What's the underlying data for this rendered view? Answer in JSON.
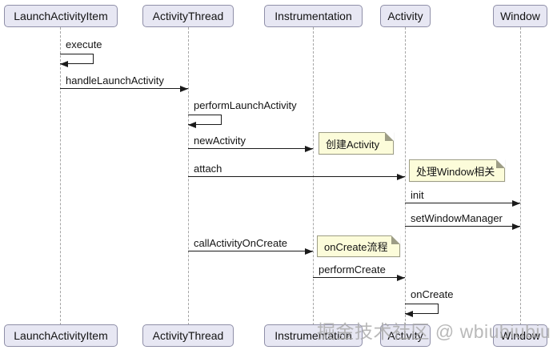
{
  "diagram": {
    "type": "uml-sequence",
    "participants": [
      {
        "name": "LaunchActivityItem"
      },
      {
        "name": "ActivityThread"
      },
      {
        "name": "Instrumentation"
      },
      {
        "name": "Activity"
      },
      {
        "name": "Window"
      }
    ],
    "messages": [
      {
        "label": "execute",
        "from": "LaunchActivityItem",
        "to": "LaunchActivityItem",
        "kind": "self"
      },
      {
        "label": "handleLaunchActivity",
        "from": "LaunchActivityItem",
        "to": "ActivityThread",
        "kind": "call"
      },
      {
        "label": "performLaunchActivity",
        "from": "ActivityThread",
        "to": "ActivityThread",
        "kind": "self"
      },
      {
        "label": "newActivity",
        "from": "ActivityThread",
        "to": "Instrumentation",
        "kind": "call"
      },
      {
        "label": "attach",
        "from": "ActivityThread",
        "to": "Activity",
        "kind": "call"
      },
      {
        "label": "init",
        "from": "Activity",
        "to": "Window",
        "kind": "call"
      },
      {
        "label": "setWindowManager",
        "from": "Activity",
        "to": "Window",
        "kind": "call"
      },
      {
        "label": "callActivityOnCreate",
        "from": "ActivityThread",
        "to": "Instrumentation",
        "kind": "call"
      },
      {
        "label": "performCreate",
        "from": "Instrumentation",
        "to": "Activity",
        "kind": "call"
      },
      {
        "label": "onCreate",
        "from": "Activity",
        "to": "Activity",
        "kind": "self"
      }
    ],
    "notes": [
      {
        "text": "创建Activity",
        "anchor": "newActivity"
      },
      {
        "text": "处理Window相关",
        "anchor": "attach"
      },
      {
        "text": "onCreate流程",
        "anchor": "callActivityOnCreate"
      }
    ],
    "colors": {
      "participant_fill": "#E7E7F3",
      "participant_border": "#8F8FA8",
      "note_fill": "#FCFCDA",
      "note_border": "#9D9D85",
      "message_line": "#1B1B1B",
      "lifeline": "#A6A6A6"
    }
  },
  "watermark": {
    "text": "掘金技术社区 @ wbiubiubiu"
  }
}
